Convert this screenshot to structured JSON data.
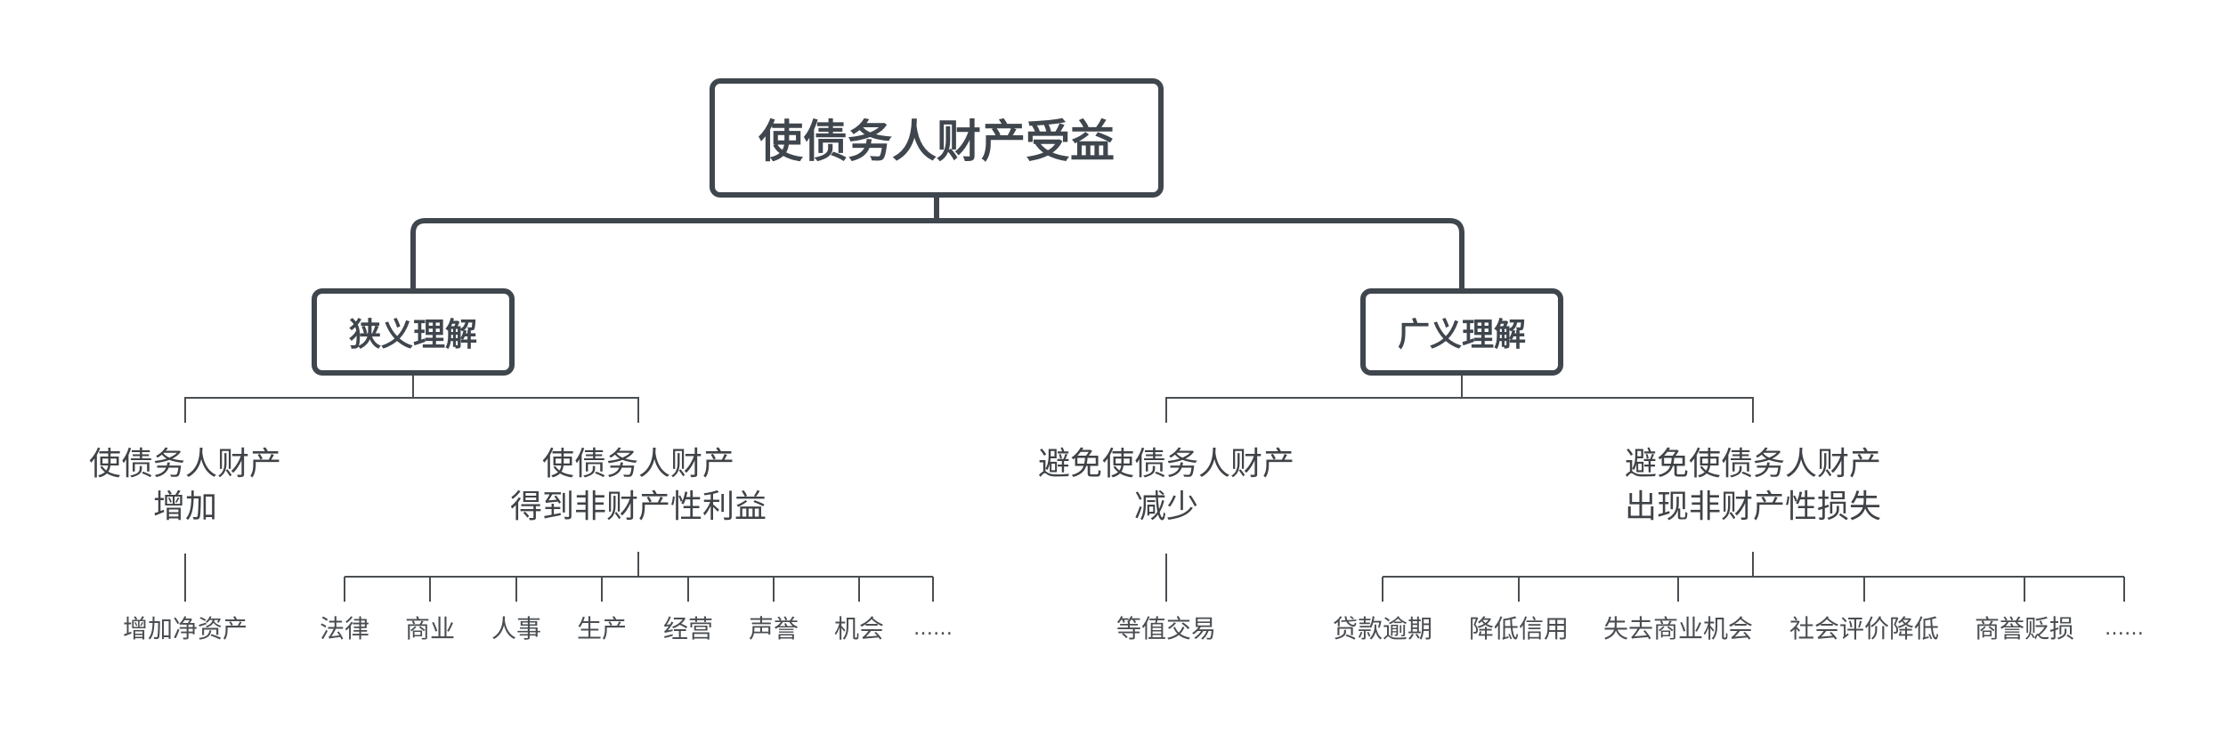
{
  "root": "使债务人财产受益",
  "narrow": {
    "label": "狭义理解",
    "increase": {
      "line1": "使债务人财产",
      "line2": "增加",
      "items": [
        "增加净资产"
      ]
    },
    "nonproperty": {
      "line1": "使债务人财产",
      "line2": "得到非财产性利益",
      "items": [
        "法律",
        "商业",
        "人事",
        "生产",
        "经营",
        "声誉",
        "机会",
        "……"
      ]
    }
  },
  "broad": {
    "label": "广义理解",
    "avoid_decrease": {
      "line1": "避免使债务人财产",
      "line2": "减少",
      "items": [
        "等值交易"
      ]
    },
    "avoid_loss": {
      "line1": "避免使债务人财产",
      "line2": "出现非财产性损失",
      "items": [
        "贷款逾期",
        "降低信用",
        "失去商业机会",
        "社会评价降低",
        "商誉贬损",
        "……"
      ]
    }
  },
  "colors": {
    "box_border": "#3f464d",
    "line": "#4a4e52",
    "text": "#3f4347"
  }
}
